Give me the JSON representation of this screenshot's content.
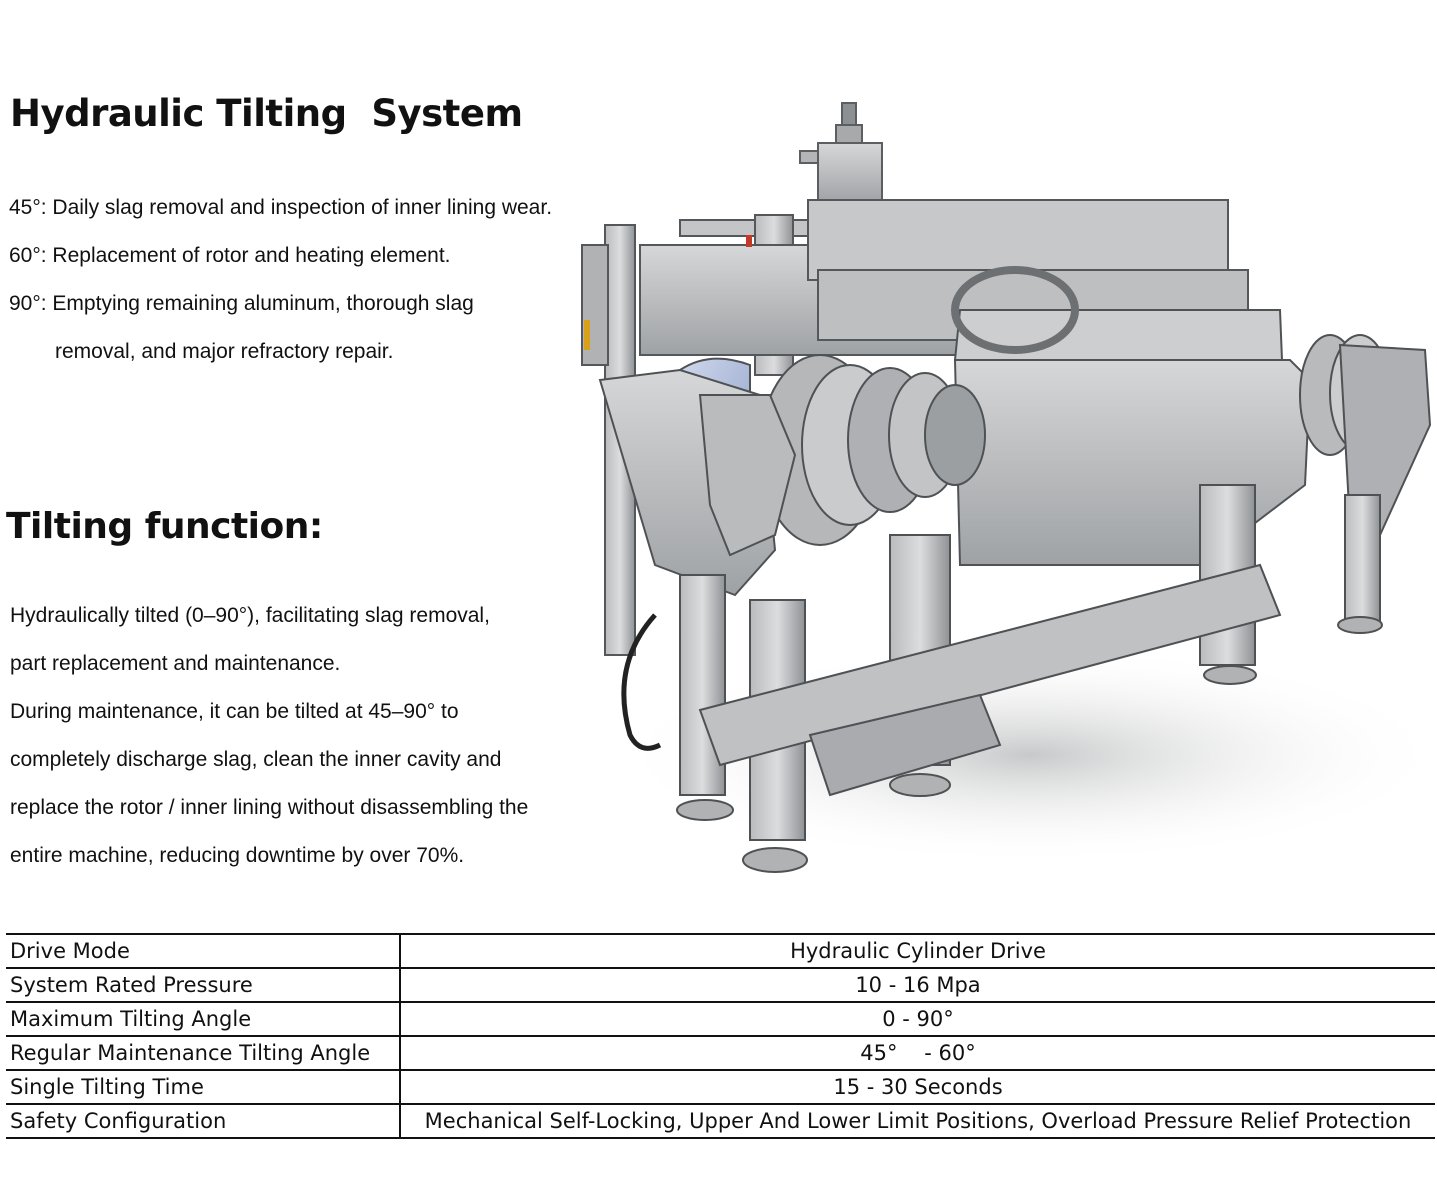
{
  "header": {
    "title": "Hydraulic Tilting  System"
  },
  "angles": [
    "45°: Daily slag removal and inspection of inner lining wear.",
    "60°: Replacement of rotor and heating element.",
    "90°: Emptying remaining aluminum, thorough slag",
    "removal, and major refractory repair."
  ],
  "function": {
    "heading": "Tilting function:",
    "lines": [
      "Hydraulically tilted (0–90°), facilitating slag removal,",
      "part replacement and maintenance.",
      "During maintenance, it can be tilted at 45–90° to",
      "completely discharge slag, clean the inner cavity and",
      "replace the rotor / inner lining without disassembling the",
      "entire machine, reducing downtime by over 70%."
    ]
  },
  "specs": [
    {
      "key": "Drive Mode",
      "value": "Hydraulic Cylinder Drive"
    },
    {
      "key": "System Rated Pressure",
      "value": "10 - 16 Mpa"
    },
    {
      "key": "Maximum Tilting Angle",
      "value": "0 - 90°"
    },
    {
      "key": "Regular Maintenance Tilting Angle",
      "value": "45°    - 60°"
    },
    {
      "key": "Single Tilting Time",
      "value": "15 - 30 Seconds"
    },
    {
      "key": "Safety Configuration",
      "value": "Mechanical Self-Locking, Upper And Lower Limit Positions, Overload Pressure Relief Protection"
    }
  ],
  "colors": {
    "steel_light": "#c9cacb",
    "steel_mid": "#a4a6a8",
    "steel_dark": "#7d8083",
    "text": "#111111"
  }
}
